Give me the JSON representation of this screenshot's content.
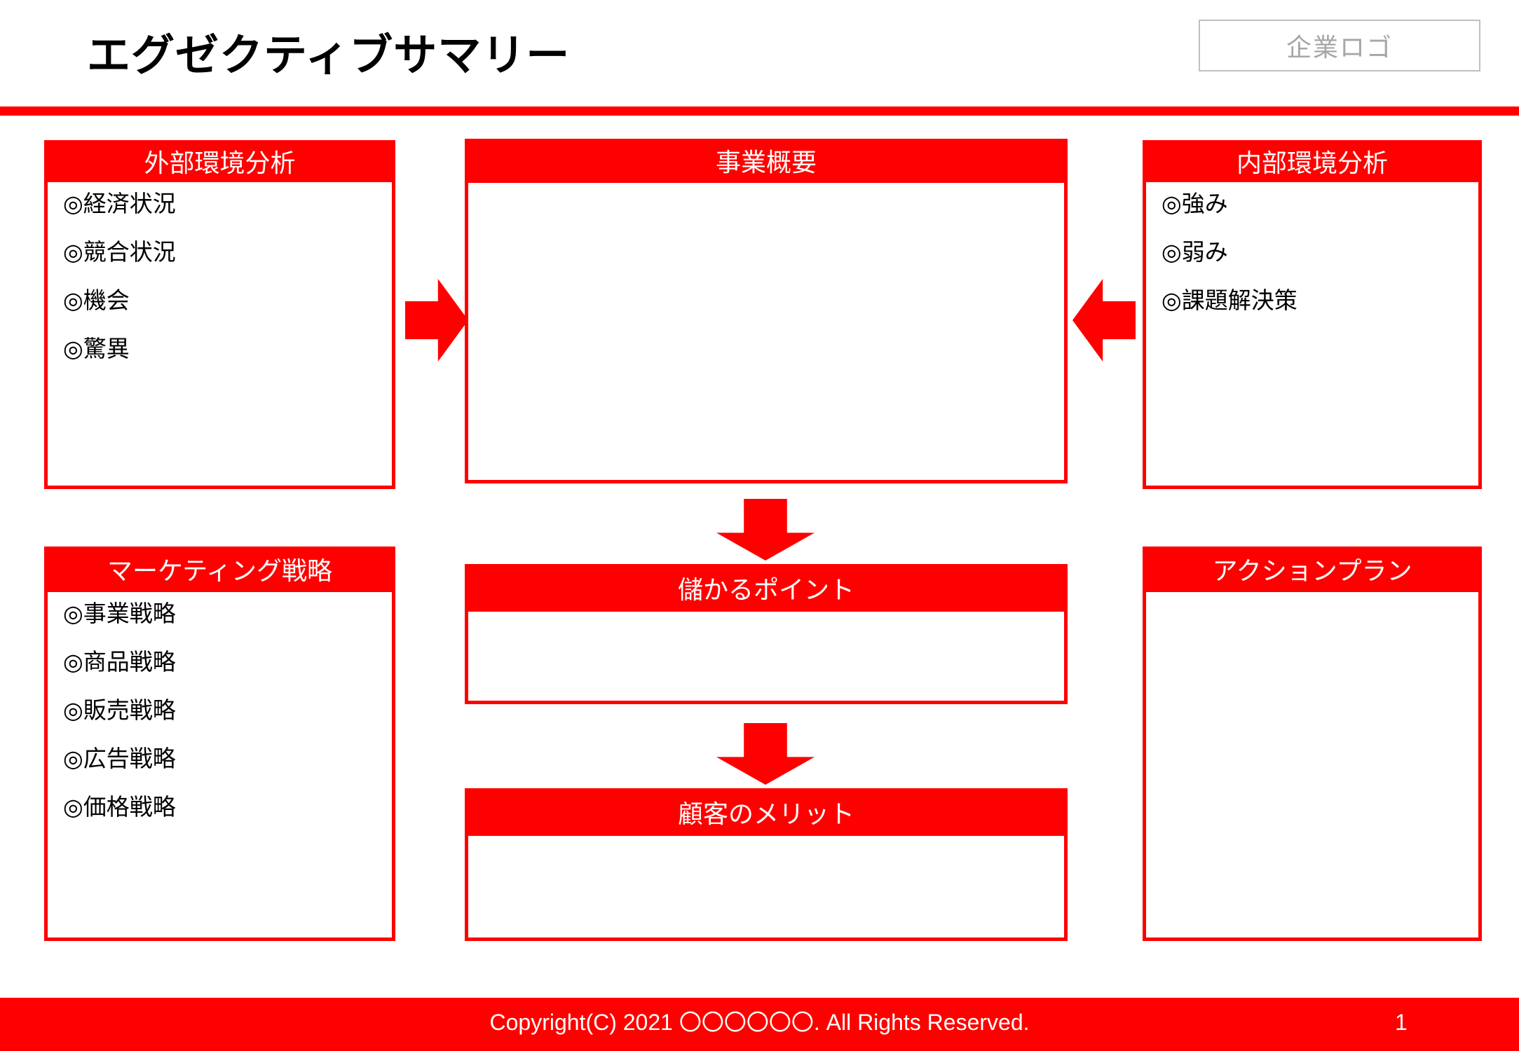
{
  "header": {
    "title": "エグゼクティブサマリー",
    "logo_placeholder": "企業ロゴ"
  },
  "panels": {
    "external": {
      "title": "外部環境分析",
      "items": [
        "◎経済状況",
        "◎競合状況",
        "◎機会",
        "◎驚異"
      ]
    },
    "overview": {
      "title": "事業概要",
      "items": []
    },
    "internal": {
      "title": "内部環境分析",
      "items": [
        "◎強み",
        "◎弱み",
        "◎課題解決策"
      ]
    },
    "marketing": {
      "title": "マーケティング戦略",
      "items": [
        "◎事業戦略",
        "◎商品戦略",
        "◎販売戦略",
        "◎広告戦略",
        "◎価格戦略"
      ]
    },
    "profit": {
      "title": "儲かるポイント",
      "items": []
    },
    "benefit": {
      "title": "顧客のメリット",
      "items": []
    },
    "action": {
      "title": "アクションプラン",
      "items": []
    }
  },
  "arrows": {
    "right": "arrow-right-icon",
    "left": "arrow-left-icon",
    "down_1": "arrow-down-icon",
    "down_2": "arrow-down-icon"
  },
  "footer": {
    "copyright": "Copyright(C) 2021 〇〇〇〇〇〇. All Rights Reserved.",
    "page_number": "1"
  },
  "colors": {
    "accent": "#ff0000",
    "header_rule": "#ff0000",
    "logo_border": "#bfbfbf",
    "logo_text": "#a6a6a6",
    "title_text": "#000000",
    "panel_header_text": "#ffffff"
  }
}
